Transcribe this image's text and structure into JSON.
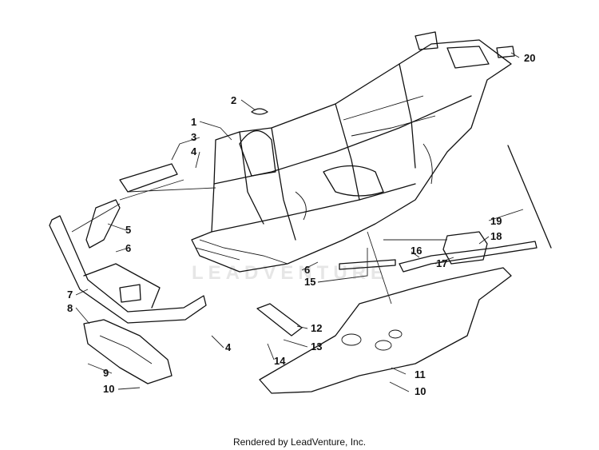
{
  "callouts": [
    {
      "label": "1"
    },
    {
      "label": "2"
    },
    {
      "label": "3"
    },
    {
      "label": "4"
    },
    {
      "label": "5"
    },
    {
      "label": "6"
    },
    {
      "label": "7"
    },
    {
      "label": "8"
    },
    {
      "label": "9"
    },
    {
      "label": "10"
    },
    {
      "label": "4"
    },
    {
      "label": "6"
    },
    {
      "label": "15"
    },
    {
      "label": "12"
    },
    {
      "label": "13"
    },
    {
      "label": "14"
    },
    {
      "label": "11"
    },
    {
      "label": "10"
    },
    {
      "label": "16"
    },
    {
      "label": "17"
    },
    {
      "label": "18"
    },
    {
      "label": "19"
    },
    {
      "label": "20"
    }
  ],
  "watermark": "LEADVENTURE",
  "footer": "Rendered by LeadVenture, Inc."
}
